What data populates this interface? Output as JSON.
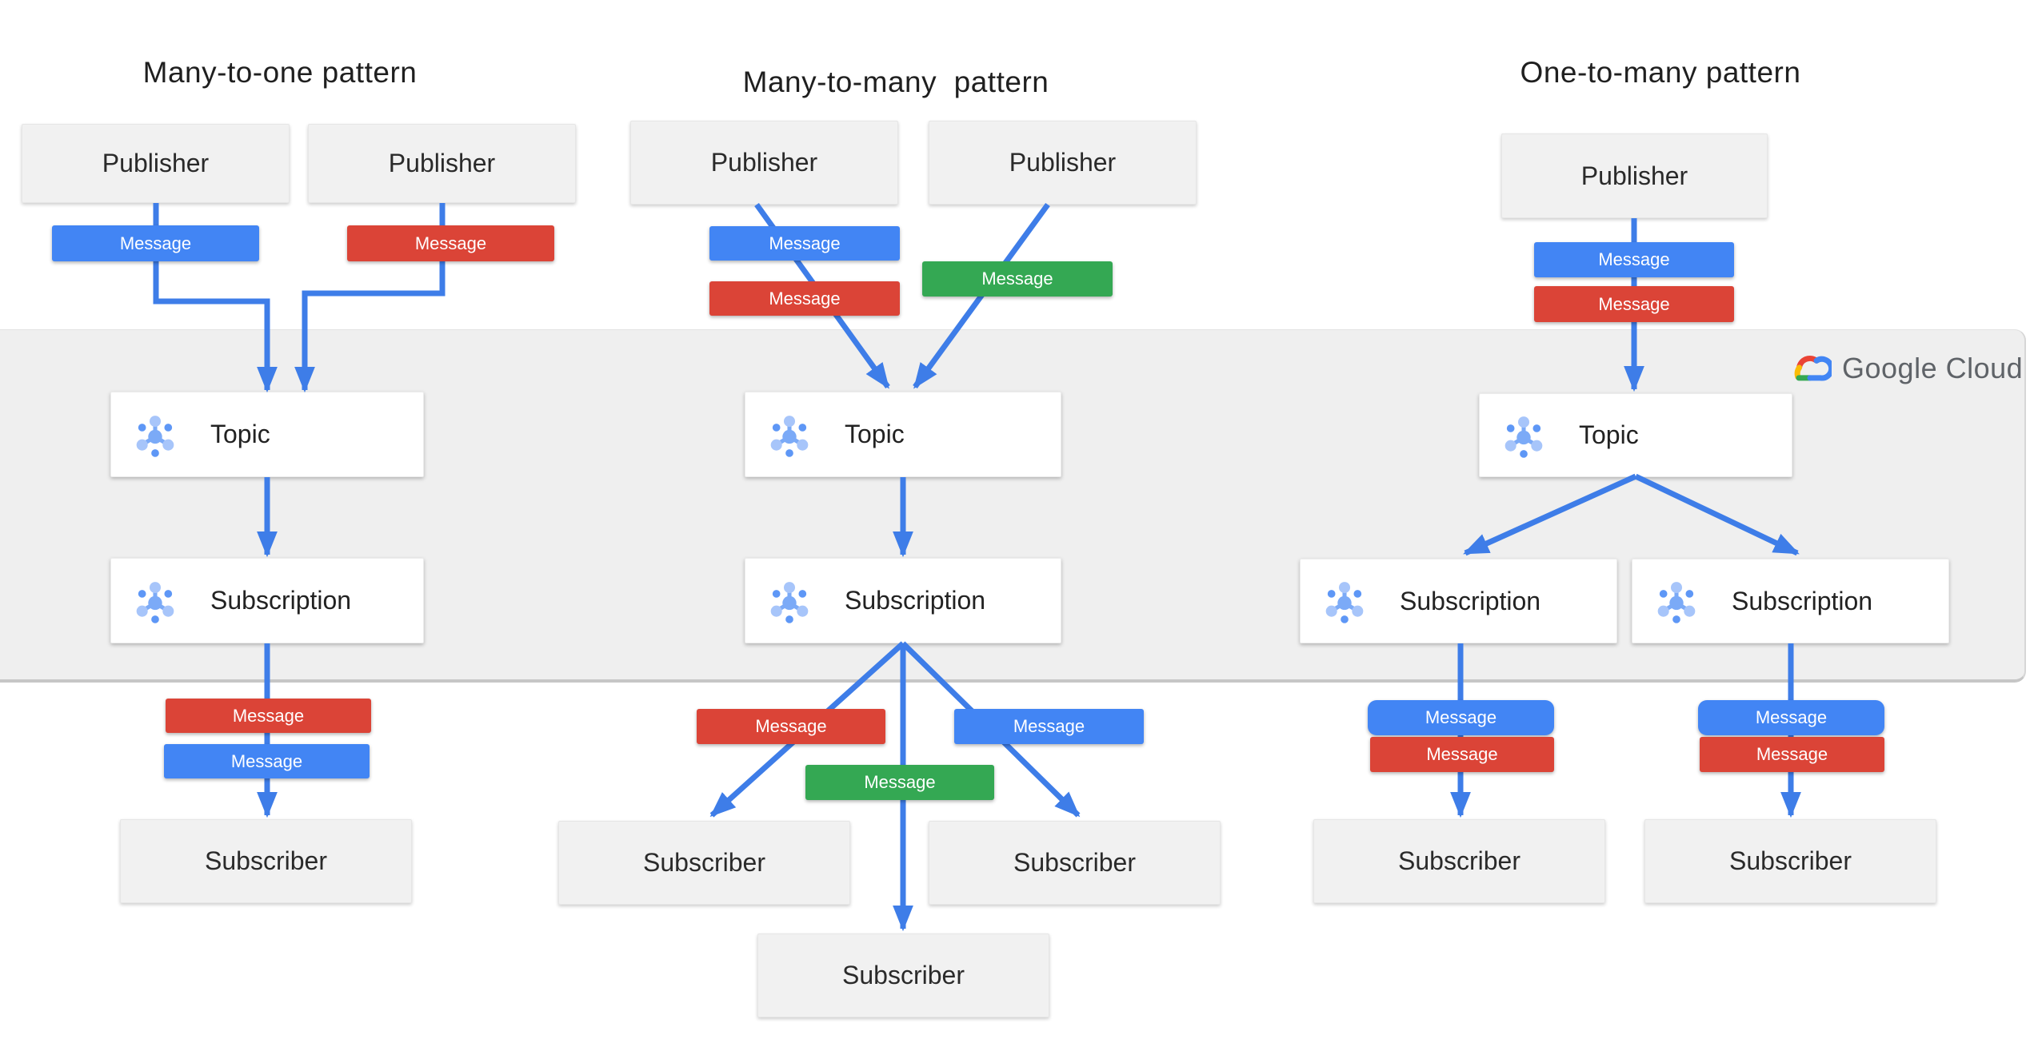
{
  "titles": {
    "many_to_one": "Many-to-one pattern",
    "many_to_many": "Many-to-many  pattern",
    "one_to_many": "One-to-many pattern"
  },
  "labels": {
    "publisher": "Publisher",
    "topic": "Topic",
    "subscription": "Subscription",
    "subscriber": "Subscriber",
    "message": "Message"
  },
  "logo": {
    "text": "Google Cloud"
  },
  "colors": {
    "message_blue": "#4285F4",
    "message_red": "#DB4437",
    "message_green": "#34A853",
    "arrow": "#3E7DE8",
    "band_background": "#EFEFEF",
    "node_background": "#F1F1F1",
    "service_background": "#FFFFFF",
    "logo_text": "#5F6368",
    "title_text": "#1F1F1F",
    "icon_spoke_blue": "#7BAAF7",
    "icon_pale_blue": "#A7C5FA",
    "icon_dot_blue": "#5E97F6",
    "cloud_red": "#EA4335",
    "cloud_yellow": "#FBBC05",
    "cloud_green": "#34A853",
    "cloud_blue": "#4285F4"
  }
}
